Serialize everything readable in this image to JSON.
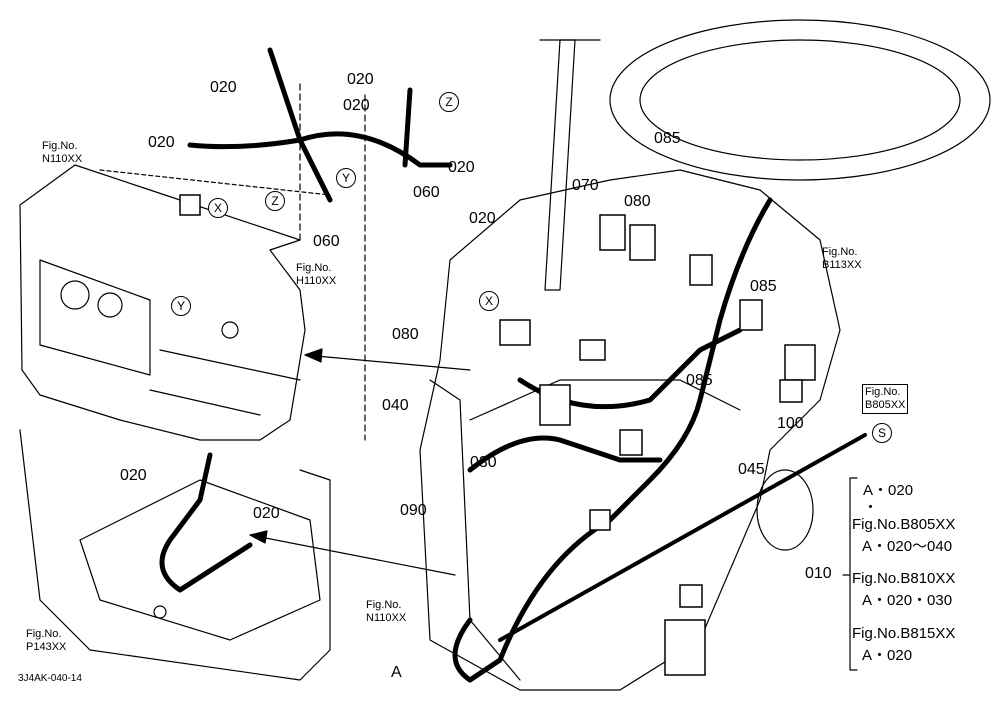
{
  "fig_refs": {
    "n110_top": "Fig.No.\nN110XX",
    "h110": "Fig.No.\nH110XX",
    "b113": "Fig.No.\nB113XX",
    "b805": "Fig.No.\nB805XX",
    "n110_bottom": "Fig.No.\nN110XX",
    "p143": "Fig.No.\nP143XX"
  },
  "part_numbers": {
    "p020_a": "020",
    "p020_b": "020",
    "p020_c": "020",
    "p020_d": "020",
    "p020_e": "020",
    "p020_f": "020",
    "p020_g": "020",
    "p020_h": "020",
    "p060_a": "060",
    "p060_b": "060",
    "p070": "070",
    "p080_a": "080",
    "p080_b": "080",
    "p085_a": "085",
    "p085_b": "085",
    "p085_c": "085",
    "p040": "040",
    "p030": "030",
    "p090": "090",
    "p100": "100",
    "p045": "045",
    "p010": "010",
    "pA": "A"
  },
  "markers": {
    "x1": "X",
    "x2": "X",
    "y1": "Y",
    "y2": "Y",
    "z1": "Z",
    "z2": "Z",
    "s": "S"
  },
  "legend": {
    "l1": "A・020",
    "l2": "・",
    "l3": "Fig.No.B805XX",
    "l4": "A・020〜040",
    "l5": "Fig.No.B810XX",
    "l6": "A・020・030",
    "l7": "Fig.No.B815XX",
    "l8": "A・020"
  },
  "drawing_code": "3J4AK-040-14"
}
